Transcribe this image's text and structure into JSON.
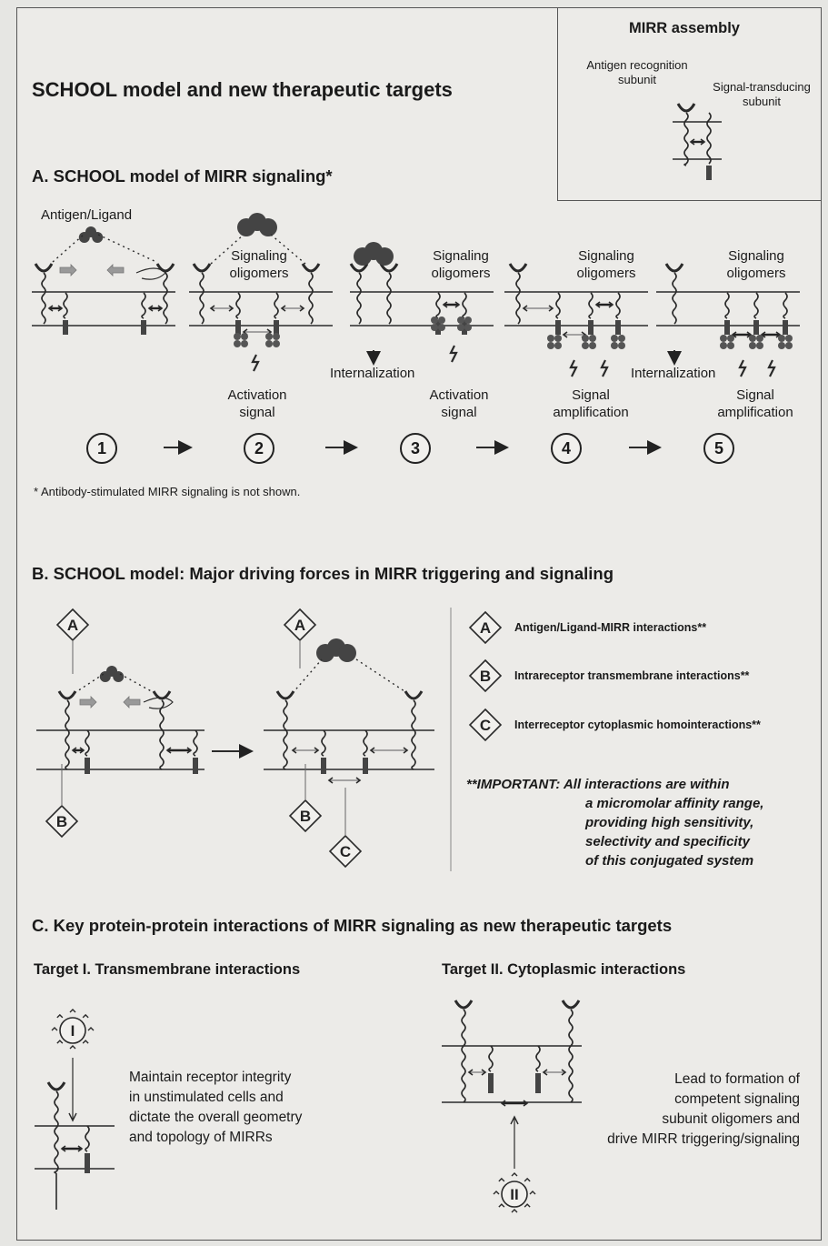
{
  "title": "SCHOOL model and new therapeutic targets",
  "mirr_box": {
    "title": "MIRR assembly",
    "antigen_recognition_subunit": "Antigen recognition subunit",
    "signal_transducing_subunit": "Signal-transducing subunit"
  },
  "section_a": {
    "title": "A. SCHOOL model of MIRR signaling*",
    "antigen_ligand": "Antigen/Ligand",
    "signaling_oligomers": "Signaling oligomers",
    "internalization": "Internalization",
    "activation_signal": "Activation signal",
    "signal_amplification": "Signal amplification",
    "steps": [
      "1",
      "2",
      "3",
      "4",
      "5"
    ],
    "footnote": "* Antibody-stimulated MIRR signaling is not shown."
  },
  "section_b": {
    "title": "B. SCHOOL model: Major driving forces in MIRR triggering and signaling",
    "legend": [
      {
        "key": "A",
        "text": "Antigen/Ligand-MIRR interactions**"
      },
      {
        "key": "B",
        "text": "Intrareceptor transmembrane interactions**"
      },
      {
        "key": "C",
        "text": "Interreceptor cytoplasmic homointeractions**"
      }
    ],
    "important_lines": [
      "**IMPORTANT: All interactions are within",
      "a micromolar affinity range,",
      "providing high sensitivity,",
      "selectivity and specificity",
      "of this conjugated system"
    ]
  },
  "section_c": {
    "title": "C. Key protein-protein interactions of MIRR signaling as new therapeutic targets",
    "target1": {
      "title": "Target I. Transmembrane interactions",
      "symbol": "I",
      "text_lines": [
        "Maintain receptor integrity",
        "in unstimulated cells and",
        "dictate the overall geometry",
        "and topology of MIRRs"
      ]
    },
    "target2": {
      "title": "Target II. Cytoplasmic interactions",
      "symbol": "II",
      "text_lines": [
        "Lead to formation of",
        "competent signaling",
        "subunit oligomers and",
        "drive MIRR triggering/signaling"
      ]
    }
  }
}
